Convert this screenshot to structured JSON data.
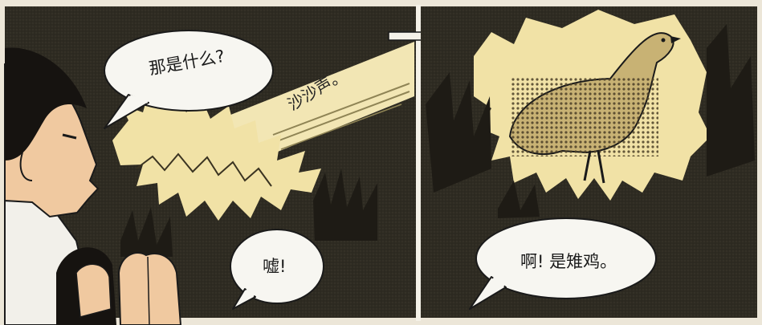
{
  "panels": {
    "left": {
      "speech_what": "那是什么?",
      "sound_effect": "沙沙声。",
      "speech_shh": "嘘!"
    },
    "right": {
      "speech_pheasant": "啊! 是雉鸡。"
    }
  },
  "colors": {
    "night_dark": "#2b2820",
    "foliage_light": "#f1e2a6",
    "paper": "#ece6d8",
    "divider": "#f4f1e8",
    "skin": "#f0c9a0",
    "hair": "#161310",
    "shirt": "#f2f0ea"
  }
}
